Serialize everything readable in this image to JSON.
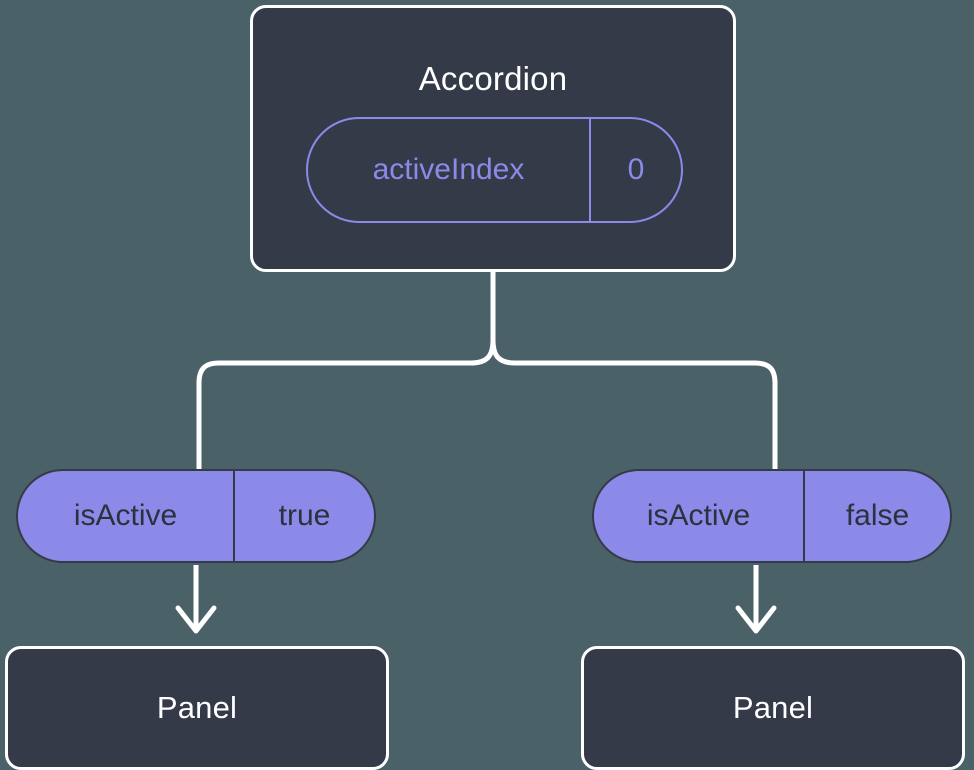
{
  "canvas": {
    "background_color": "#4b6168",
    "node_fill_color": "#343a47",
    "node_border_color": "#ffffff",
    "accent_color": "#8b8ae8",
    "connector_color": "#ffffff"
  },
  "diagram": {
    "type": "component-tree",
    "root": {
      "title": "Accordion",
      "state_pill": {
        "key": "activeIndex",
        "value": "0"
      }
    },
    "children": [
      {
        "prop_pill": {
          "key": "isActive",
          "value": "true"
        },
        "title": "Panel"
      },
      {
        "prop_pill": {
          "key": "isActive",
          "value": "false"
        },
        "title": "Panel"
      }
    ]
  }
}
